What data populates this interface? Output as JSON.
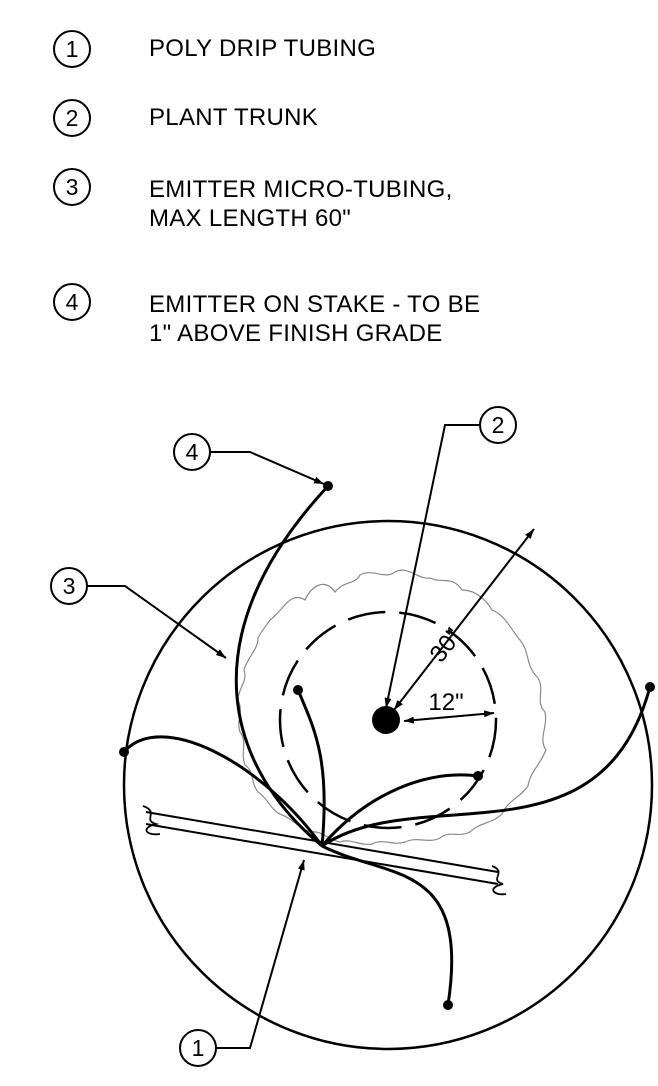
{
  "legend": [
    {
      "num": "1",
      "lines": [
        "POLY DRIP TUBING"
      ]
    },
    {
      "num": "2",
      "lines": [
        "PLANT TRUNK"
      ]
    },
    {
      "num": "3",
      "lines": [
        "EMITTER MICRO-TUBING,",
        "MAX LENGTH 60\""
      ]
    },
    {
      "num": "4",
      "lines": [
        "EMITTER ON STAKE - TO BE",
        "1\" ABOVE FINISH GRADE"
      ]
    }
  ],
  "detail": {
    "callouts": {
      "tubing": "1",
      "trunk": "2",
      "micro_tubing": "3",
      "emitter": "4"
    },
    "dim_outer": "30\"",
    "dim_inner": "12\""
  }
}
